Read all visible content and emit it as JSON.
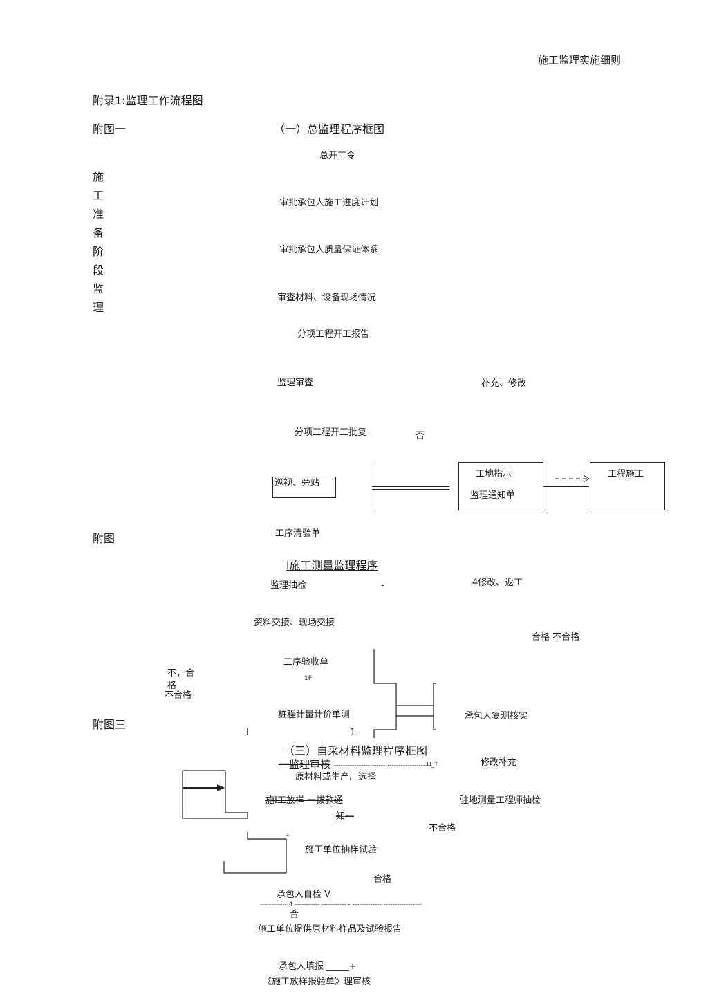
{
  "header": {
    "title": "施工监理实施细则"
  },
  "appendix_title": "附录1:监理工作流程图",
  "fig1": {
    "label": "附图一",
    "heading": "（一）总监理程序框图",
    "phase_label": [
      "施",
      "工",
      "准",
      "备",
      "阶",
      "段",
      "监",
      "理"
    ],
    "steps": {
      "s1": "总开工令",
      "s2": "审批承包人施工进度计划",
      "s3": "审批承包人质量保证体系",
      "s4": "审查材料、设备现场情况",
      "s5": "分项工程开工报告",
      "s6": "监理审查",
      "s7": "补充、修改",
      "s8": "分项工程开工批复",
      "s9": "否",
      "s10": "巡视、旁站",
      "s11a": "工地指示",
      "s11b": "监理通知单",
      "s12": "工程施工",
      "s13": "工序清验单"
    }
  },
  "fig2": {
    "label": "附图",
    "heading": "l施工测量监理程序",
    "steps": {
      "s1": "监理抽检",
      "dash": "-",
      "s2": "4修改、返工",
      "s3": "资料交接、现场交接",
      "s4": "合格  不合格",
      "s5": "工序验收单",
      "s6": "1F",
      "s7a": "不，合",
      "s7b": "格",
      "s7c": "不合格",
      "s8": "桩程计量计价单测",
      "s9": "承包人复测核实",
      "s10a": "I",
      "s10b": "1"
    }
  },
  "fig3": {
    "label": "附图三",
    "heading": "（三）自采材料监理程序框图",
    "steps": {
      "s1": "一监理审核",
      "s1dash": "---------------- ------ --------------------",
      "s1tail": "U_T",
      "s2": "修改补充",
      "s3": "原材料或生产厂选择",
      "s4": "施I工放样 一拔款通",
      "s5": "驻地测量工程师抽检",
      "s6": "知一",
      "s7": "不合格",
      "s8": "施工单位抽样试验",
      "s9": "合格",
      "s10": "承包人自检  V",
      "s11": "------------ 4 -----------   -----------  - -------------   -----------------",
      "s12": "合",
      "s13": "施工单位提供原材料样品及试验报告",
      "s14": "承包人填报 _____+",
      "s15": "《施工放样报验单》理审核"
    }
  }
}
